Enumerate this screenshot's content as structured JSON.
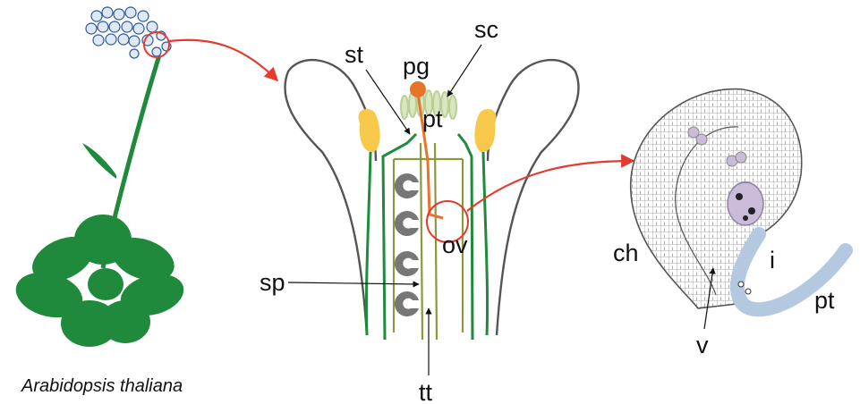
{
  "species_label": "Arabidopsis thaliana",
  "labels": {
    "st": "st",
    "pg": "pg",
    "sc": "sc",
    "pt_pistil": "pt",
    "ov": "ov",
    "sp": "sp",
    "tt": "tt",
    "ch": "ch",
    "i": "i",
    "v": "v",
    "pt_ovule": "pt"
  },
  "colors": {
    "plant_green": "#1f8a3c",
    "pollen_orange": "#e8742a",
    "anther_yellow": "#f7c84a",
    "callout_red": "#e53a2e",
    "ovule_gray": "#777777",
    "septum_olive": "#8a9a3a",
    "stigma_papillae": "#d9e6c0",
    "embryo_sac_lavender": "#c8bcd8",
    "pollen_tube_blue": "#b4c8e0",
    "outline_dark": "#444444"
  }
}
